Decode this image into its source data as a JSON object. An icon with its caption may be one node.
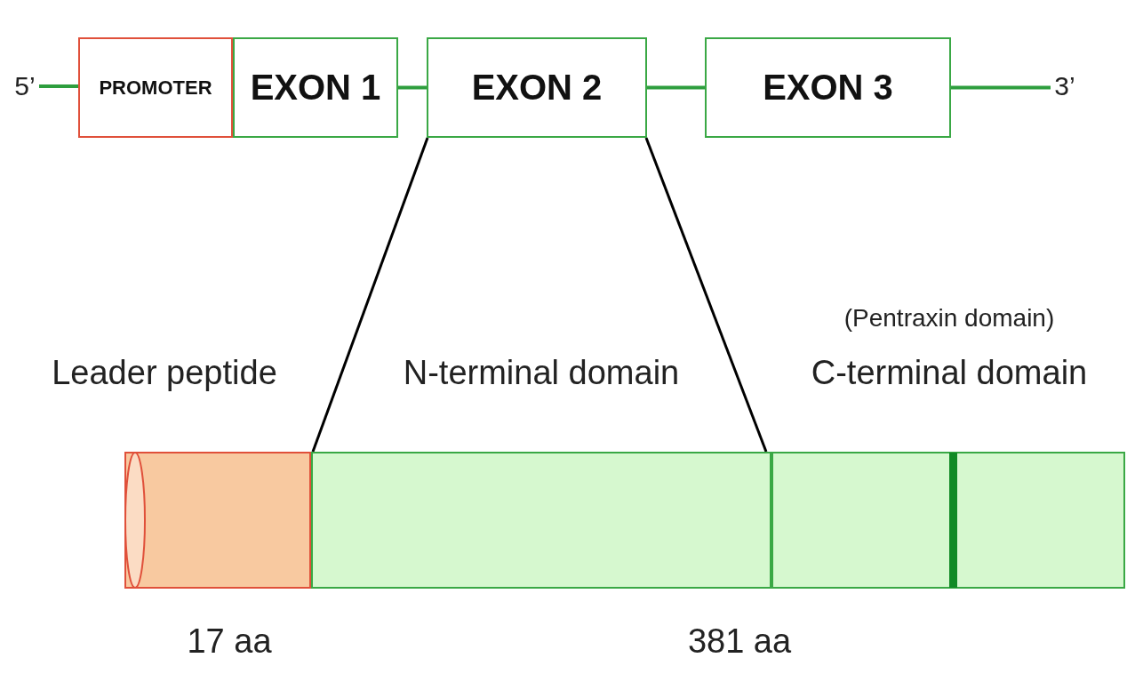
{
  "diagram": {
    "nodes": [
      {
        "text": [
          "5’"
        ]
      },
      {
        "text": [
          "PROMOTER"
        ]
      },
      {
        "text": [
          "EXON 1"
        ]
      },
      {
        "text": [
          "EXON 2"
        ]
      },
      {
        "text": [
          "EXON 3"
        ]
      },
      {
        "text": [
          "3’"
        ]
      },
      {
        "text": [
          "Leader peptide"
        ]
      },
      {
        "text": [
          "N-terminal domain"
        ]
      },
      {
        "text": [
          "(Pentraxin domain)",
          "C-terminal domain"
        ]
      }
    ],
    "edges": [
      {
        "from": 0,
        "to": 1,
        "arrow": "none"
      },
      {
        "from": 2,
        "to": 3,
        "arrow": "none"
      },
      {
        "from": 3,
        "to": 4,
        "arrow": "none"
      },
      {
        "from": 4,
        "to": 5,
        "arrow": "none"
      },
      {
        "from": 3,
        "to": 7,
        "arrow": "none",
        "color": "#000000"
      },
      {
        "from": 3,
        "to": 7,
        "arrow": "none",
        "color": "#000000"
      }
    ],
    "labels": [
      "17 aa",
      "381 aa"
    ]
  }
}
